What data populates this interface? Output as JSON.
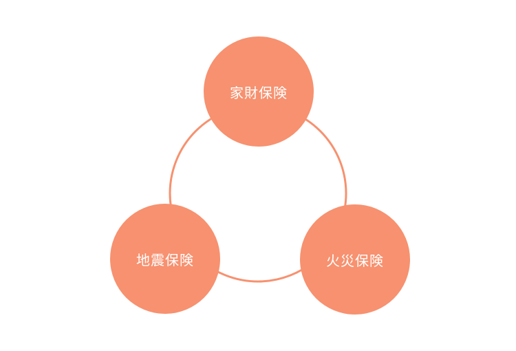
{
  "diagram": {
    "accent_color": "#F7916F",
    "nodes": [
      {
        "label": "家財保険"
      },
      {
        "label": "地震保険"
      },
      {
        "label": "火災保険"
      }
    ]
  }
}
